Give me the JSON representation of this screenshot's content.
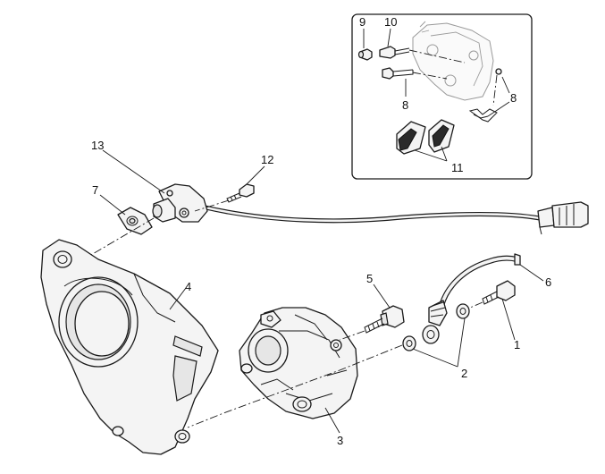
{
  "callouts": {
    "c1": "1",
    "c2": "2",
    "c3": "3",
    "c4": "4",
    "c5": "5",
    "c6": "6",
    "c7": "7",
    "c8_inset_pin": "8",
    "c8_inset_clip": "8",
    "c9": "9",
    "c10": "10",
    "c11": "11",
    "c12": "12",
    "c13": "13"
  }
}
